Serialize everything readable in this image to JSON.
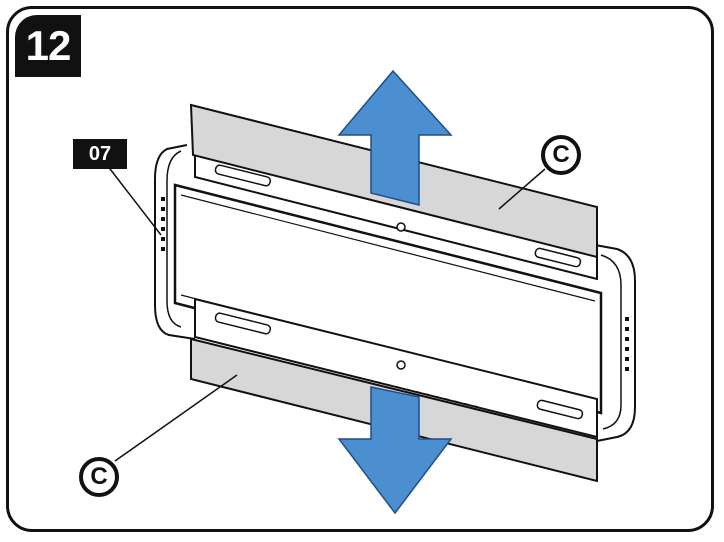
{
  "step": {
    "number": "12"
  },
  "labels": {
    "part": "07",
    "callout_top": "C",
    "callout_bottom": "C"
  },
  "colors": {
    "arrow_fill": "#4b8fd1",
    "arrow_stroke": "#1f4f86",
    "strip_fill": "#d7d7d7",
    "line": "#111111"
  },
  "icons": {
    "up": "arrow-up-icon",
    "down": "arrow-down-icon"
  }
}
